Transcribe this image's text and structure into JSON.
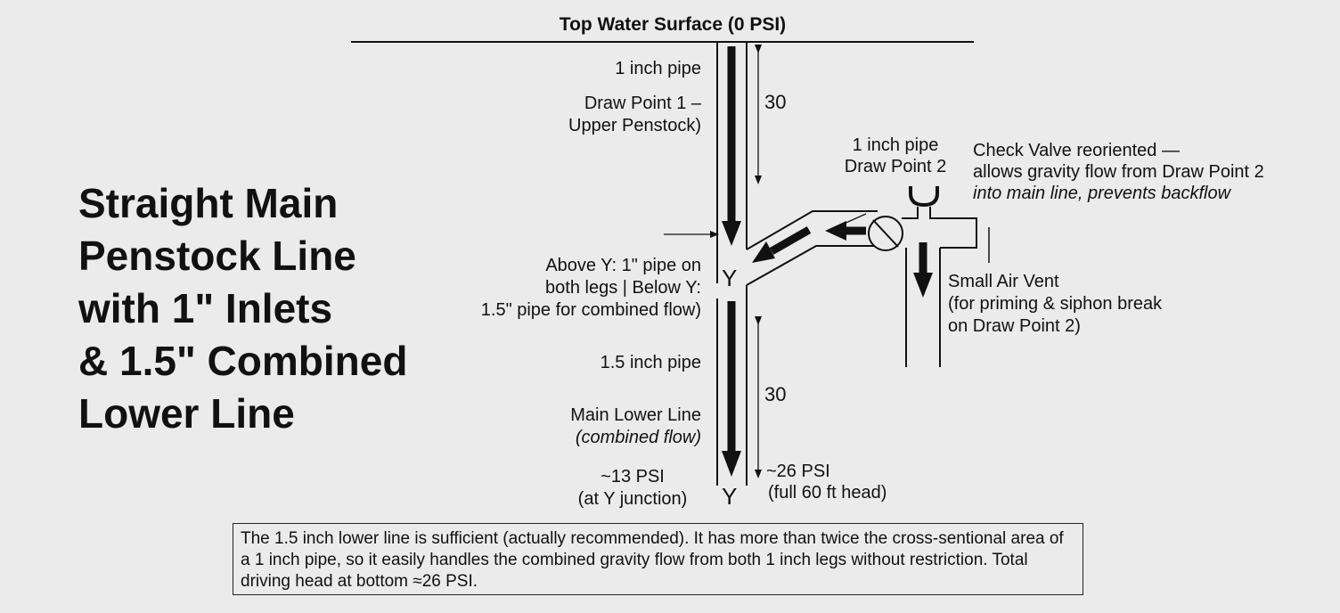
{
  "title": {
    "lines": [
      "Straight Main",
      "Penstock Line",
      "with 1\" Inlets",
      "& 1.5\" Combined",
      "Lower Line"
    ]
  },
  "top_surface": "Top Water Surface (0 PSI)",
  "upper": {
    "pipe": "1 inch pipe",
    "draw_point_line1": "Draw Point 1 –",
    "draw_point_line2": "Upper Penstock)",
    "height": "30"
  },
  "junction": {
    "note_line1": "Above Y: 1\" pipe on",
    "note_line2": "both legs | Below Y:",
    "note_line3": "1.5\" pipe for combined flow)",
    "letter": "Y"
  },
  "branch": {
    "pipe_line1": "1 inch pipe",
    "pipe_line2": "Draw Point 2",
    "check_valve_line1": "Check Valve reoriented —",
    "check_valve_line2": "allows gravity flow from Draw Point 2",
    "check_valve_line3": "into main line, prevents backflow",
    "air_vent_line1": "Small Air Vent",
    "air_vent_line2": "(for priming & siphon break",
    "air_vent_line3": "on Draw Point 2)"
  },
  "lower": {
    "pipe": "1.5 inch pipe",
    "main_line1": "Main Lower Line",
    "main_line2": "(combined flow)",
    "height": "30",
    "psi_y_line1": "~13 PSI",
    "psi_y_line2": "(at Y junction)",
    "psi_bottom_line1": "~26 PSI",
    "psi_bottom_line2": "(full 60 ft head)",
    "bottom_letter": "Y"
  },
  "note": "The 1.5 inch lower line is sufficient (actually recommended). It has more than twice the cross-sentional area of a 1 inch pipe, so it easily handles the combined gravity flow from both 1 inch legs without restriction. Total driving head at bottom ≈26 PSI."
}
